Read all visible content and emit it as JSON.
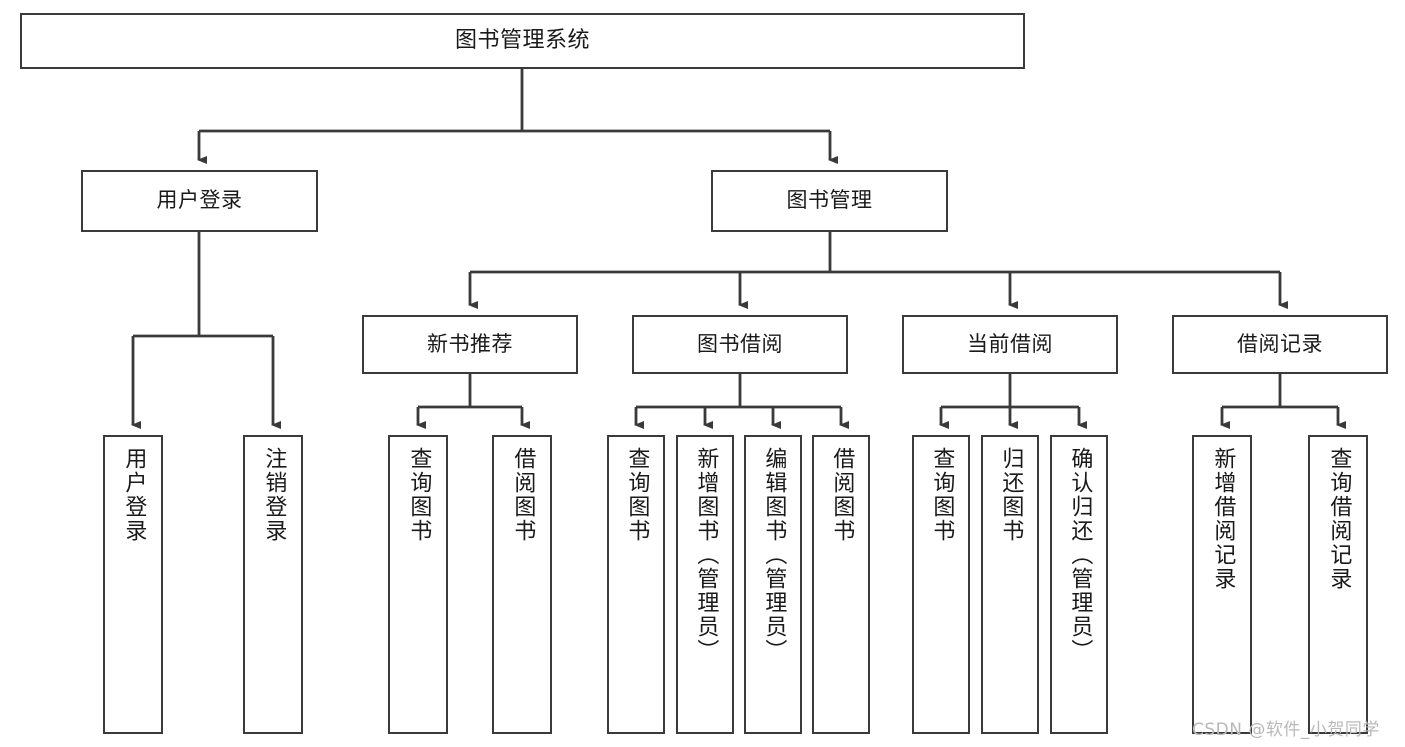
{
  "diagram": {
    "type": "tree-hierarchy-diagram",
    "title": "图书管理系统",
    "colors": {
      "stroke": "#3a3a3a",
      "fill": "#ffffff",
      "text": "#1a1a1a",
      "watermark": "#b9b9b9"
    },
    "levels": {
      "level0": [
        {
          "id": "root",
          "label": "图书管理系统"
        }
      ],
      "level1": [
        {
          "id": "user-login",
          "label": "用户登录",
          "parent": "root"
        },
        {
          "id": "book-manage",
          "label": "图书管理",
          "parent": "root"
        }
      ],
      "level2": [
        {
          "id": "new-book-recommend",
          "label": "新书推荐",
          "parent": "book-manage"
        },
        {
          "id": "book-borrow",
          "label": "图书借阅",
          "parent": "book-manage"
        },
        {
          "id": "current-borrow",
          "label": "当前借阅",
          "parent": "book-manage"
        },
        {
          "id": "borrow-record",
          "label": "借阅记录",
          "parent": "book-manage"
        }
      ],
      "level3": [
        {
          "id": "leaf-user-login",
          "label": "用户登录",
          "parent": "user-login"
        },
        {
          "id": "leaf-logout-login",
          "label": "注销登录",
          "parent": "user-login"
        },
        {
          "id": "leaf-query-book-1",
          "label": "查询图书",
          "parent": "new-book-recommend"
        },
        {
          "id": "leaf-borrow-book-1",
          "label": "借阅图书",
          "parent": "new-book-recommend"
        },
        {
          "id": "leaf-query-book-2",
          "label": "查询图书",
          "parent": "book-borrow"
        },
        {
          "id": "leaf-add-book",
          "label": "新增图书（管理员）",
          "parent": "book-borrow"
        },
        {
          "id": "leaf-edit-book",
          "label": "编辑图书（管理员）",
          "parent": "book-borrow"
        },
        {
          "id": "leaf-borrow-book-2",
          "label": "借阅图书",
          "parent": "book-borrow"
        },
        {
          "id": "leaf-query-book-3",
          "label": "查询图书",
          "parent": "current-borrow"
        },
        {
          "id": "leaf-return-book",
          "label": "归还图书",
          "parent": "current-borrow"
        },
        {
          "id": "leaf-confirm-return",
          "label": "确认归还（管理员）",
          "parent": "current-borrow"
        },
        {
          "id": "leaf-add-record",
          "label": "新增借阅记录",
          "parent": "borrow-record"
        },
        {
          "id": "leaf-query-record",
          "label": "查询借阅记录",
          "parent": "borrow-record"
        }
      ]
    },
    "watermark": "CSDN @软件_小贺同学"
  }
}
